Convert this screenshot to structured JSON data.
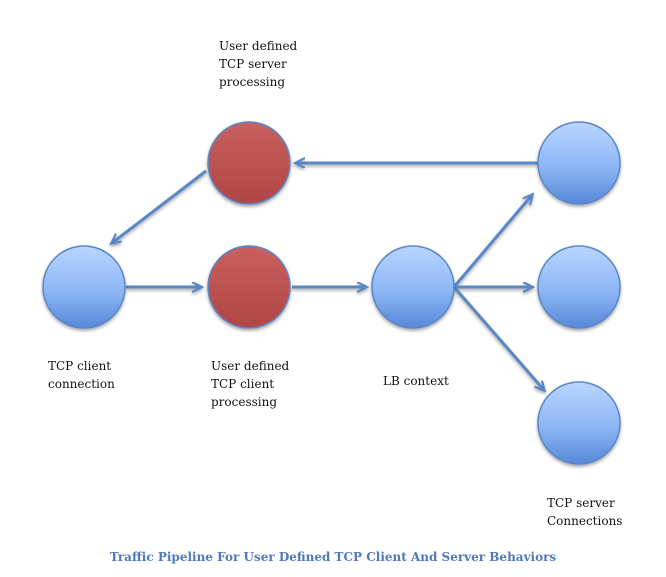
{
  "labels": {
    "server_processing": "User defined\nTCP server\nprocessing",
    "client_connection": "TCP client\nconnection",
    "client_processing": "User defined\nTCP client\nprocessing",
    "lb_context": "LB context",
    "server_connections": "TCP server\nConnections"
  },
  "caption": "Traffic Pipeline For User Defined TCP Client And Server Behaviors",
  "colors": {
    "blue_node_light": "#aecdff",
    "blue_node_dark": "#5b8fdc",
    "red_node_light": "#c45a5a",
    "red_node_dark": "#b34444",
    "arrow": "#5a86c6",
    "caption": "#4f7ab8"
  }
}
